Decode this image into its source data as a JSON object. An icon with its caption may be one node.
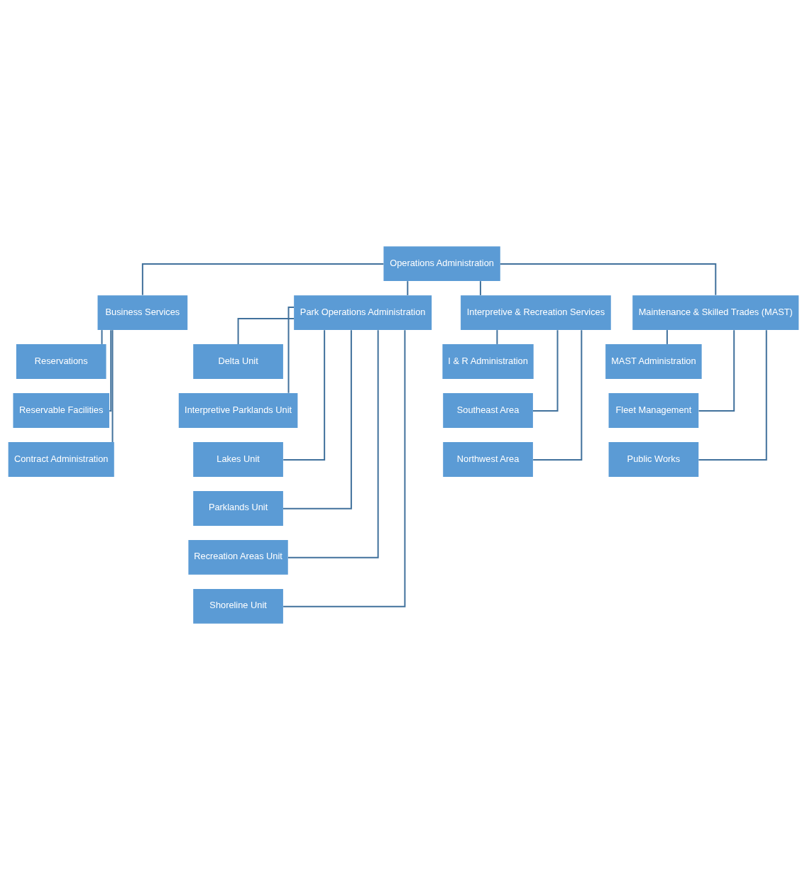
{
  "diagram": {
    "nodes": [
      {
        "text": [
          "Operations Administration"
        ]
      },
      {
        "text": [
          "Business Services"
        ]
      },
      {
        "text": [
          "Park Operations Administration"
        ]
      },
      {
        "text": [
          "Interpretive & Recreation Services"
        ]
      },
      {
        "text": [
          "Maintenance & Skilled Trades (MAST)"
        ]
      },
      {
        "text": [
          "Reservations"
        ]
      },
      {
        "text": [
          "Reservable Facilities"
        ]
      },
      {
        "text": [
          "Contract Administration"
        ]
      },
      {
        "text": [
          "Delta Unit"
        ]
      },
      {
        "text": [
          "Interpretive Parklands Unit"
        ]
      },
      {
        "text": [
          "Lakes Unit"
        ]
      },
      {
        "text": [
          "Parklands Unit"
        ]
      },
      {
        "text": [
          "Recreation Areas Unit"
        ]
      },
      {
        "text": [
          "Shoreline Unit"
        ]
      },
      {
        "text": [
          "I & R Administration"
        ]
      },
      {
        "text": [
          "Southeast Area"
        ]
      },
      {
        "text": [
          "Northwest Area"
        ]
      },
      {
        "text": [
          "MAST Administration"
        ]
      },
      {
        "text": [
          "Fleet Management"
        ]
      },
      {
        "text": [
          "Public Works"
        ]
      }
    ],
    "edges": [
      {
        "from": 0,
        "to": 1,
        "arrow": "none"
      },
      {
        "from": 0,
        "to": 2,
        "arrow": "none"
      },
      {
        "from": 0,
        "to": 3,
        "arrow": "none"
      },
      {
        "from": 0,
        "to": 4,
        "arrow": "none"
      },
      {
        "from": 1,
        "to": 5,
        "arrow": "none"
      },
      {
        "from": 1,
        "to": 6,
        "arrow": "none"
      },
      {
        "from": 1,
        "to": 7,
        "arrow": "none"
      },
      {
        "from": 2,
        "to": 8,
        "arrow": "none"
      },
      {
        "from": 2,
        "to": 9,
        "arrow": "none"
      },
      {
        "from": 2,
        "to": 10,
        "arrow": "none"
      },
      {
        "from": 2,
        "to": 11,
        "arrow": "none"
      },
      {
        "from": 2,
        "to": 12,
        "arrow": "none"
      },
      {
        "from": 2,
        "to": 13,
        "arrow": "none"
      },
      {
        "from": 3,
        "to": 14,
        "arrow": "none"
      },
      {
        "from": 3,
        "to": 15,
        "arrow": "none"
      },
      {
        "from": 3,
        "to": 16,
        "arrow": "none"
      },
      {
        "from": 4,
        "to": 17,
        "arrow": "none"
      },
      {
        "from": 4,
        "to": 18,
        "arrow": "none"
      },
      {
        "from": 4,
        "to": 19,
        "arrow": "none"
      }
    ]
  }
}
